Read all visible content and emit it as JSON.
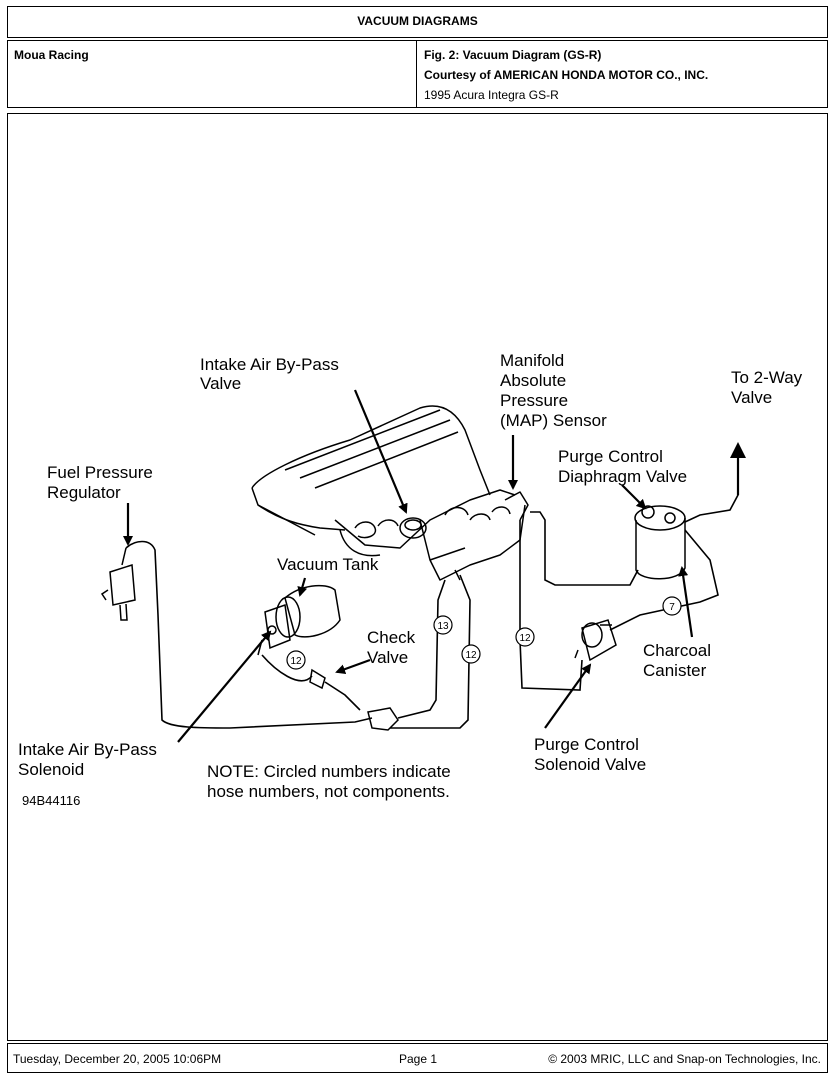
{
  "header": {
    "title": "VACUUM DIAGRAMS",
    "left": "Moua Racing",
    "fig_title": "Fig. 2: Vacuum Diagram (GS-R)",
    "courtesy": "Courtesy of AMERICAN HONDA MOTOR CO., INC.",
    "vehicle": "1995 Acura Integra GS-R"
  },
  "diagram": {
    "labels": {
      "intake_air_bypass_valve": [
        "Intake Air By-Pass",
        "Valve"
      ],
      "map_sensor": [
        "Manifold",
        "Absolute",
        "Pressure",
        "(MAP) Sensor"
      ],
      "to_2way_valve": [
        "To 2-Way",
        "Valve"
      ],
      "fuel_pressure_regulator": [
        "Fuel Pressure",
        "Regulator"
      ],
      "purge_control_diaphragm_valve": [
        "Purge Control",
        "Diaphragm Valve"
      ],
      "vacuum_tank": [
        "Vacuum Tank"
      ],
      "check_valve": [
        "Check",
        "Valve"
      ],
      "charcoal_canister": [
        "Charcoal",
        "Canister"
      ],
      "intake_air_bypass_solenoid": [
        "Intake Air By-Pass",
        "Solenoid"
      ],
      "purge_control_solenoid_valve": [
        "Purge Control",
        "Solenoid Valve"
      ],
      "note": [
        "NOTE: Circled numbers indicate",
        "hose numbers, not components."
      ]
    },
    "hose_numbers": [
      "13",
      "12",
      "12",
      "12",
      "7"
    ],
    "code": "94B44116"
  },
  "footer": {
    "date": "Tuesday, December 20, 2005  10:06PM",
    "page": "Page 1",
    "copyright": "© 2003 MRIC, LLC and Snap-on Technologies, Inc."
  }
}
